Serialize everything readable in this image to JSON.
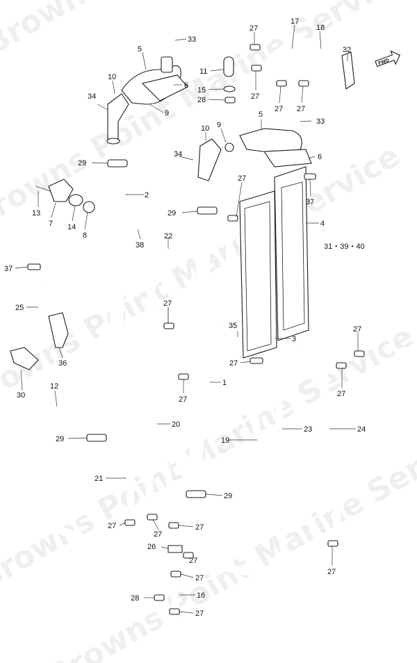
{
  "watermark": {
    "text": "Browns Point Marine Service"
  },
  "fwd_label": "FWD",
  "callouts": [
    {
      "id": "c33a",
      "num": "33"
    },
    {
      "id": "c5a",
      "num": "5"
    },
    {
      "id": "c27a",
      "num": "27"
    },
    {
      "id": "c17",
      "num": "17"
    },
    {
      "id": "c18",
      "num": "18"
    },
    {
      "id": "c32",
      "num": "32"
    },
    {
      "id": "c10a",
      "num": "10"
    },
    {
      "id": "c6a",
      "num": "6"
    },
    {
      "id": "c11",
      "num": "11"
    },
    {
      "id": "c15",
      "num": "15"
    },
    {
      "id": "c28a",
      "num": "28"
    },
    {
      "id": "c27b",
      "num": "27"
    },
    {
      "id": "c27c",
      "num": "27"
    },
    {
      "id": "c27d",
      "num": "27"
    },
    {
      "id": "c34a",
      "num": "34"
    },
    {
      "id": "c9a",
      "num": "9"
    },
    {
      "id": "c5b",
      "num": "5"
    },
    {
      "id": "c33b",
      "num": "33"
    },
    {
      "id": "c10b",
      "num": "10"
    },
    {
      "id": "c9b",
      "num": "9"
    },
    {
      "id": "c6b",
      "num": "6"
    },
    {
      "id": "c29a",
      "num": "29"
    },
    {
      "id": "c34b",
      "num": "34"
    },
    {
      "id": "c27e",
      "num": "27"
    },
    {
      "id": "c2",
      "num": "2"
    },
    {
      "id": "c13",
      "num": "13"
    },
    {
      "id": "c7",
      "num": "7"
    },
    {
      "id": "c14",
      "num": "14"
    },
    {
      "id": "c8",
      "num": "8"
    },
    {
      "id": "c29b",
      "num": "29"
    },
    {
      "id": "c37a",
      "num": "37"
    },
    {
      "id": "c4",
      "num": "4"
    },
    {
      "id": "c38",
      "num": "38"
    },
    {
      "id": "c22",
      "num": "22"
    },
    {
      "id": "c31",
      "num": "31・39・40"
    },
    {
      "id": "c37b",
      "num": "37"
    },
    {
      "id": "c25",
      "num": "25"
    },
    {
      "id": "c27f",
      "num": "27"
    },
    {
      "id": "c35",
      "num": "35"
    },
    {
      "id": "c3",
      "num": "3"
    },
    {
      "id": "c27g",
      "num": "27"
    },
    {
      "id": "c36",
      "num": "36"
    },
    {
      "id": "c27h",
      "num": "27"
    },
    {
      "id": "c30",
      "num": "30"
    },
    {
      "id": "c12",
      "num": "12"
    },
    {
      "id": "c1",
      "num": "1"
    },
    {
      "id": "c27i",
      "num": "27"
    },
    {
      "id": "c27j",
      "num": "27"
    },
    {
      "id": "c20",
      "num": "20"
    },
    {
      "id": "c23",
      "num": "23"
    },
    {
      "id": "c24",
      "num": "24"
    },
    {
      "id": "c29c",
      "num": "29"
    },
    {
      "id": "c19",
      "num": "19"
    },
    {
      "id": "c21",
      "num": "21"
    },
    {
      "id": "c29d",
      "num": "29"
    },
    {
      "id": "c27k",
      "num": "27"
    },
    {
      "id": "c27l",
      "num": "27"
    },
    {
      "id": "c27m",
      "num": "27"
    },
    {
      "id": "c26",
      "num": "26"
    },
    {
      "id": "c27n",
      "num": "27"
    },
    {
      "id": "c27o",
      "num": "27"
    },
    {
      "id": "c28b",
      "num": "28"
    },
    {
      "id": "c16",
      "num": "16"
    },
    {
      "id": "c27p",
      "num": "27"
    }
  ]
}
